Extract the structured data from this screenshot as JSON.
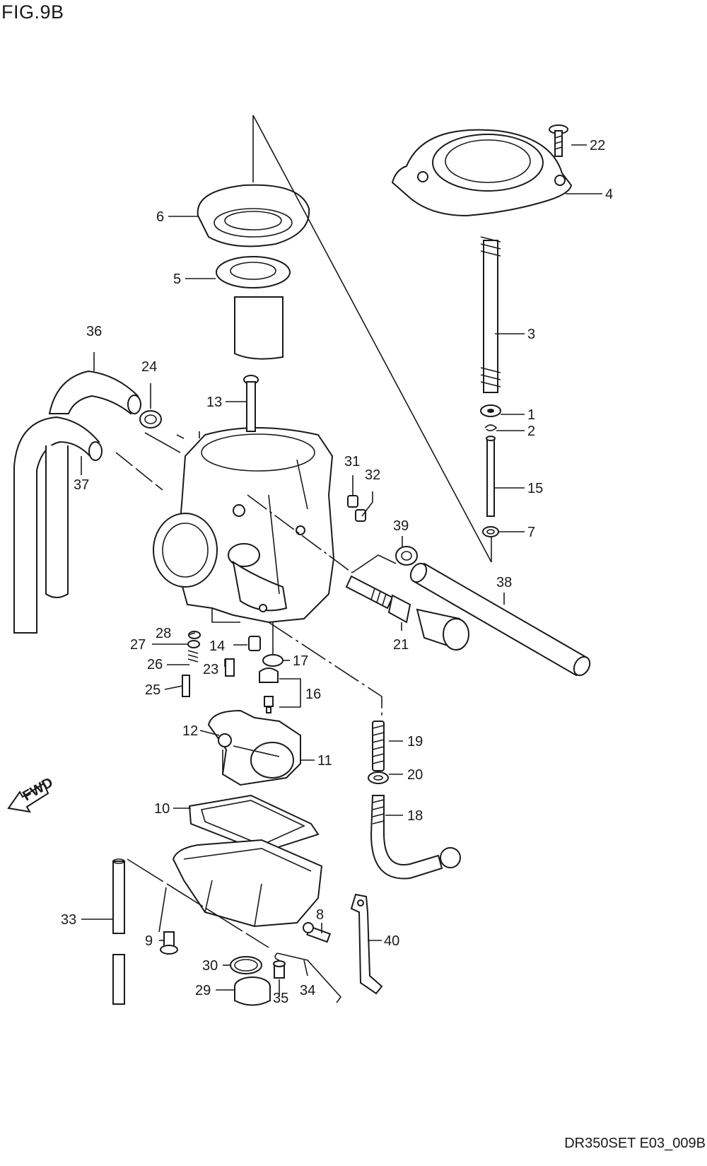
{
  "header": {
    "figure_title": "FIG.9B"
  },
  "footer": {
    "drawing_id": "DR350SET E03_009B"
  },
  "fwd_arrow": {
    "label": "FWD"
  },
  "callouts": [
    "1",
    "2",
    "3",
    "4",
    "5",
    "6",
    "7",
    "8",
    "9",
    "10",
    "11",
    "12",
    "13",
    "14",
    "15",
    "16",
    "17",
    "18",
    "19",
    "20",
    "21",
    "22",
    "23",
    "24",
    "25",
    "26",
    "27",
    "28",
    "29",
    "30",
    "31",
    "32",
    "33",
    "34",
    "35",
    "36",
    "37",
    "38",
    "39",
    "40"
  ]
}
